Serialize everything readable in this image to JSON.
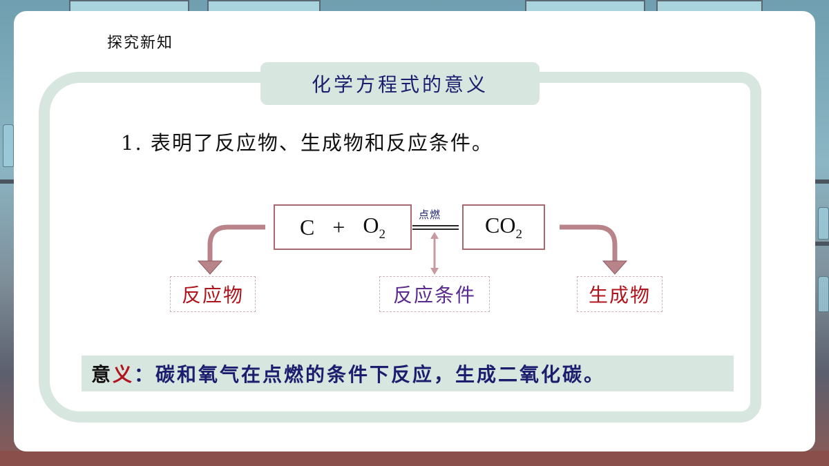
{
  "section_tag": "探究新知",
  "title": "化学方程式的意义",
  "point": "1. 表明了反应物、生成物和反应条件。",
  "equation": {
    "reactant1": "C",
    "plus": "+",
    "reactant2": "O",
    "reactant2_sub": "2",
    "condition": "点燃",
    "product": "CO",
    "product_sub": "2"
  },
  "labels": {
    "reactants": "反应物",
    "condition": "反应条件",
    "products": "生成物"
  },
  "meaning": {
    "key1": "意",
    "key2": "义",
    "text": "：碳和氧气在点燃的条件下反应，生成二氧化碳。"
  },
  "colors": {
    "reactants": "#b0141c",
    "condition": "#5a2a8c",
    "products": "#b0141c",
    "arrow": "#b98489",
    "frame": "#d8e6e0",
    "title_text": "#1d1d6e"
  }
}
